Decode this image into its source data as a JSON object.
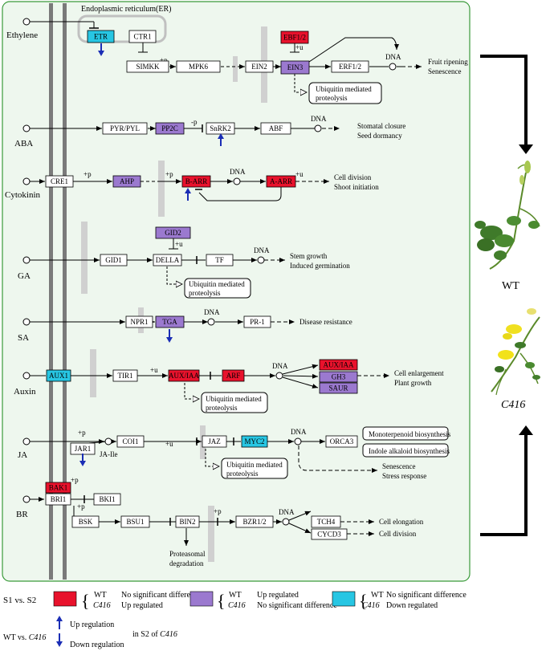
{
  "er_label": "Endoplasmic reticulum(ER)",
  "dna_label": "DNA",
  "mod": {
    "p": "+p",
    "u": "+u",
    "minus_p": "-p"
  },
  "ubiquitin": {
    "line1": "Ubiquitin mediated",
    "line2": "proteolysis"
  },
  "colors": {
    "red": "#e8122c",
    "purple": "#9b79cf",
    "cyan": "#27c6e3",
    "white": "#ffffff",
    "panel": "#eef7ee",
    "arrow_blue": "#1a2db5"
  },
  "pathways": [
    {
      "id": "ethylene",
      "label": "Ethylene"
    },
    {
      "id": "aba",
      "label": "ABA"
    },
    {
      "id": "cytokinin",
      "label": "Cytokinin"
    },
    {
      "id": "ga",
      "label": "GA"
    },
    {
      "id": "sa",
      "label": "SA"
    },
    {
      "id": "auxin",
      "label": "Auxin"
    },
    {
      "id": "ja",
      "label": "JA"
    },
    {
      "id": "br",
      "label": "BR"
    }
  ],
  "genes": {
    "etr": {
      "label": "ETR",
      "color": "cyan"
    },
    "ctr1": {
      "label": "CTR1",
      "color": "white"
    },
    "simkk": {
      "label": "SIMKK",
      "color": "white"
    },
    "mpk6": {
      "label": "MPK6",
      "color": "white"
    },
    "ein2": {
      "label": "EIN2",
      "color": "white"
    },
    "ebf12": {
      "label": "EBF1/2",
      "color": "red"
    },
    "ein3": {
      "label": "EIN3",
      "color": "purple"
    },
    "erf12": {
      "label": "ERF1/2",
      "color": "white"
    },
    "pyrpyl": {
      "label": "PYR/PYL",
      "color": "white"
    },
    "pp2c": {
      "label": "PP2C",
      "color": "purple"
    },
    "snrk2": {
      "label": "SnRK2",
      "color": "white"
    },
    "abf": {
      "label": "ABF",
      "color": "white"
    },
    "cre1": {
      "label": "CRE1",
      "color": "white"
    },
    "ahp": {
      "label": "AHP",
      "color": "purple"
    },
    "barr": {
      "label": "B-ARR",
      "color": "red"
    },
    "aarr": {
      "label": "A-ARR",
      "color": "red"
    },
    "gid2": {
      "label": "GID2",
      "color": "purple"
    },
    "gid1": {
      "label": "GID1",
      "color": "white"
    },
    "della": {
      "label": "DELLA",
      "color": "white"
    },
    "tf": {
      "label": "TF",
      "color": "white"
    },
    "npr1": {
      "label": "NPR1",
      "color": "white"
    },
    "tga": {
      "label": "TGA",
      "color": "purple"
    },
    "pr1": {
      "label": "PR-1",
      "color": "white"
    },
    "aux1": {
      "label": "AUX1",
      "color": "cyan"
    },
    "tir1": {
      "label": "TIR1",
      "color": "white"
    },
    "auxiaa1": {
      "label": "AUX/IAA",
      "color": "red"
    },
    "arf": {
      "label": "ARF",
      "color": "red"
    },
    "auxiaa2": {
      "label": "AUX/IAA",
      "color": "red"
    },
    "gh3": {
      "label": "GH3",
      "color": "purple"
    },
    "saur": {
      "label": "SAUR",
      "color": "purple"
    },
    "jar1": {
      "label": "JAR1",
      "color": "white"
    },
    "coi1": {
      "label": "COI1",
      "color": "white"
    },
    "jaz": {
      "label": "JAZ",
      "color": "white"
    },
    "myc2": {
      "label": "MYC2",
      "color": "cyan"
    },
    "orca3": {
      "label": "ORCA3",
      "color": "white"
    },
    "bak1": {
      "label": "BAK1",
      "color": "red"
    },
    "bri1": {
      "label": "BRI1",
      "color": "white"
    },
    "bki1": {
      "label": "BKI1",
      "color": "white"
    },
    "bsk": {
      "label": "BSK",
      "color": "white"
    },
    "bsu1": {
      "label": "BSU1",
      "color": "white"
    },
    "bin2": {
      "label": "BIN2",
      "color": "white"
    },
    "bzr12": {
      "label": "BZR1/2",
      "color": "white"
    },
    "tch4": {
      "label": "TCH4",
      "color": "white"
    },
    "cycd3": {
      "label": "CYCD3",
      "color": "white"
    }
  },
  "text": {
    "ja_ile": "JA-Ile",
    "fruit1": "Fruit ripening",
    "fruit2": "Senescence",
    "stomatal1": "Stomatal closure",
    "stomatal2": "Seed dormancy",
    "cell_div1": "Cell division",
    "cell_div2": "Shoot initiation",
    "stem1": "Stem growth",
    "stem2": "Induced germination",
    "disease": "Disease resistance",
    "enlarge1": "Cell enlargement",
    "enlarge2": "Plant growth",
    "mono": "Monoterpenoid biosynthesis",
    "indole": "Indole alkaloid biosynthesis",
    "senes1": "Senescence",
    "senes2": "Stress response",
    "elong": "Cell elongation",
    "celldiv": "Cell division",
    "proteasomal1": "Proteasomal",
    "proteasomal2": "degradation"
  },
  "legend": {
    "s1s2": "S1 vs. S2",
    "wt": "WT",
    "c416": "C416",
    "red1": "No significant difference",
    "red2": "Up regulated",
    "purple1": "Up regulated",
    "purple2": "No significant difference",
    "cyan1": "No significant difference",
    "cyan2": "Down regulated",
    "wt_vs": "WT vs.",
    "up": "Up regulation",
    "down": "Down regulation",
    "in_s2": "in S2 of"
  },
  "plants": {
    "wt": "WT",
    "c416": "C416"
  }
}
